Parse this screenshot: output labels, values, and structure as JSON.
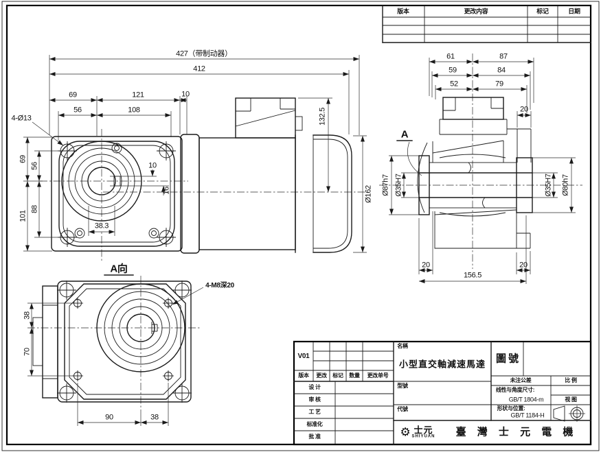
{
  "revision_table": {
    "headers": [
      "版本",
      "更改内容",
      "标记",
      "日期"
    ]
  },
  "front_view": {
    "d427": "427（带制动器）",
    "d412": "412",
    "d69": "69",
    "d121": "121",
    "d10": "10",
    "d56": "56",
    "d108": "108",
    "hole_note": "4-Ø13",
    "v69": "69",
    "v56": "56",
    "v101": "101",
    "v88": "88",
    "key_w": "10",
    "key_d": "16",
    "d383": "38.3",
    "d1325": "132.5",
    "dia162": "Ø162"
  },
  "section_view": {
    "d61": "61",
    "d87": "87",
    "d59": "59",
    "d84": "84",
    "d52": "52",
    "d79": "79",
    "d20_top": "20",
    "view_arrow": "A",
    "dia87h7": "Ø87h7",
    "dia35_left": "Ø35H7",
    "dia35_right": "Ø35H7",
    "dia80h7": "Ø80h7",
    "d20_left": "20",
    "d20_right": "20",
    "d1565": "156.5"
  },
  "a_view": {
    "title": "A向",
    "hole_note": "4-M8深20",
    "v38": "38",
    "v70": "70",
    "b90": "90",
    "b38": "38"
  },
  "title_block": {
    "revision": "V01",
    "rev_headers": [
      "版本",
      "更改",
      "标记",
      "数量",
      "更改单号"
    ],
    "sign_rows": [
      "设 计",
      "审 核",
      "工 艺",
      "标准化",
      "批 准"
    ],
    "name_label": "名稱",
    "name": "小型直交軸減速馬達",
    "model_label": "型號",
    "code_label": "代號",
    "drawing_no_label": "圖號",
    "tolerance_header": "未注公差",
    "scale_label": "比 例",
    "linear_note": "线性与角度尺寸:",
    "linear_std": "GB/T 1804-m",
    "view_cell_label": "视 图",
    "geo_note": "形状与位置:",
    "geo_std": "GB/T 1184-H",
    "logo_icon": "⚙",
    "logo_text": "士元",
    "logo_sub": "SHIYUAN",
    "company": "臺 灣 士 元 電 機"
  }
}
